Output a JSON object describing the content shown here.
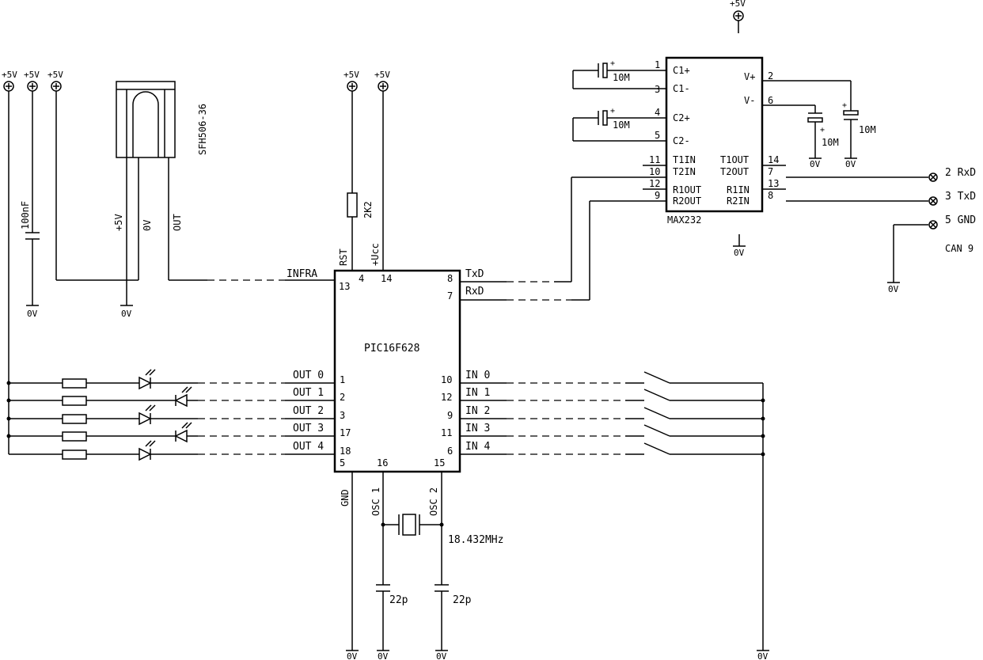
{
  "power": {
    "plus5": "+5V",
    "ground": "0V"
  },
  "ir_receiver": {
    "part": "SFH506-36",
    "pins": {
      "vcc": "+5V",
      "gnd": "0V",
      "out": "OUT"
    },
    "net": "INFRA"
  },
  "decoupling": {
    "value": "100nF"
  },
  "reset_resistor": {
    "value": "2K2"
  },
  "pic": {
    "part": "PIC16F628",
    "labels": {
      "rst": "RST",
      "vcc": "+Ucc",
      "gnd": "GND",
      "osc1": "OSC 1",
      "osc2": "OSC 2",
      "txd": "TxD",
      "rxd": "RxD",
      "infra": "INFRA"
    },
    "pins": {
      "infra": "13",
      "rst": "4",
      "vcc": "14",
      "txd": "8",
      "rxd": "7",
      "gnd": "5",
      "osc1": "16",
      "osc2": "15"
    },
    "outputs": [
      {
        "label": "OUT 0",
        "pin": "1"
      },
      {
        "label": "OUT 1",
        "pin": "2"
      },
      {
        "label": "OUT 2",
        "pin": "3"
      },
      {
        "label": "OUT 3",
        "pin": "17"
      },
      {
        "label": "OUT 4",
        "pin": "18"
      }
    ],
    "inputs": [
      {
        "label": "IN 0",
        "pin": "10"
      },
      {
        "label": "IN 1",
        "pin": "12"
      },
      {
        "label": "IN 2",
        "pin": "9"
      },
      {
        "label": "IN 3",
        "pin": "11"
      },
      {
        "label": "IN 4",
        "pin": "6"
      }
    ]
  },
  "crystal": {
    "freq": "18.432MHz",
    "cap": "22p"
  },
  "max232": {
    "part": "MAX232",
    "left_pins": [
      {
        "label": "C1+",
        "num": "1"
      },
      {
        "label": "C1-",
        "num": "3"
      },
      {
        "label": "C2+",
        "num": "4"
      },
      {
        "label": "C2-",
        "num": "5"
      },
      {
        "label": "T1IN",
        "num": "11"
      },
      {
        "label": "T2IN",
        "num": "10"
      },
      {
        "label": "R1OUT",
        "num": "12"
      },
      {
        "label": "R2OUT",
        "num": "9"
      }
    ],
    "right_pins": [
      {
        "label": "V+",
        "num": "2"
      },
      {
        "label": "V-",
        "num": "6"
      },
      {
        "label": "T1OUT",
        "num": "14"
      },
      {
        "label": "T2OUT",
        "num": "7"
      },
      {
        "label": "R1IN",
        "num": "13"
      },
      {
        "label": "R2IN",
        "num": "8"
      }
    ],
    "cap_value": "10M"
  },
  "connector": {
    "name": "CAN 9",
    "pins": [
      {
        "label": "2 RxD"
      },
      {
        "label": "3 TxD"
      },
      {
        "label": "5 GND"
      }
    ]
  }
}
